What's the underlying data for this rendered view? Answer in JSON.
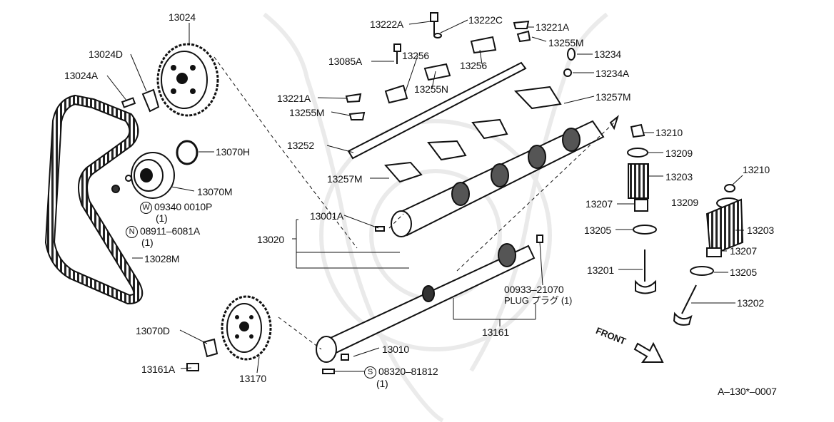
{
  "diagram": {
    "drawing_code": "A–130*–0007",
    "direction_label": "FRONT",
    "labels": {
      "p13024": "13024",
      "p13024D": "13024D",
      "p13024A": "13024A",
      "p13070H": "13070H",
      "p13070M": "13070M",
      "p09340": "09340  0010P",
      "p09340_qty": "(1)",
      "p08911": "08911–6081A",
      "p08911_qty": "(1)",
      "p13028M": "13028M",
      "p13070D": "13070D",
      "p13161A": "13161A",
      "p13170": "13170",
      "p13010": "13010",
      "p08320": "08320–81812",
      "p08320_qty": "(1)",
      "p13001A": "13001A",
      "p13020": "13020",
      "p13161": "13161",
      "p00933": "00933–21070",
      "p00933_desc": "PLUG   プラグ (1)",
      "p13222A": "13222A",
      "p13222C": "13222C",
      "p13221A_top": "13221A",
      "p13255M_top": "13255M",
      "p13234": "13234",
      "p13234A": "13234A",
      "p13085A": "13085A",
      "p13256_a": "13256",
      "p13256_b": "13256",
      "p13255N": "13255N",
      "p13221A_left": "13221A",
      "p13255M_left": "13255M",
      "p13257M_right": "13257M",
      "p13252": "13252",
      "p13257M_left": "13257M",
      "p13210_a": "13210",
      "p13209_a": "13209",
      "p13203_a": "13203",
      "p13207_a": "13207",
      "p13205_a": "13205",
      "p13201": "13201",
      "p13210_b": "13210",
      "p13209_b": "13209",
      "p13203_b": "13203",
      "p13207_b": "13207",
      "p13205_b": "13205",
      "p13202": "13202"
    },
    "markers": {
      "washer": "W",
      "nut": "N",
      "screw": "S"
    }
  }
}
